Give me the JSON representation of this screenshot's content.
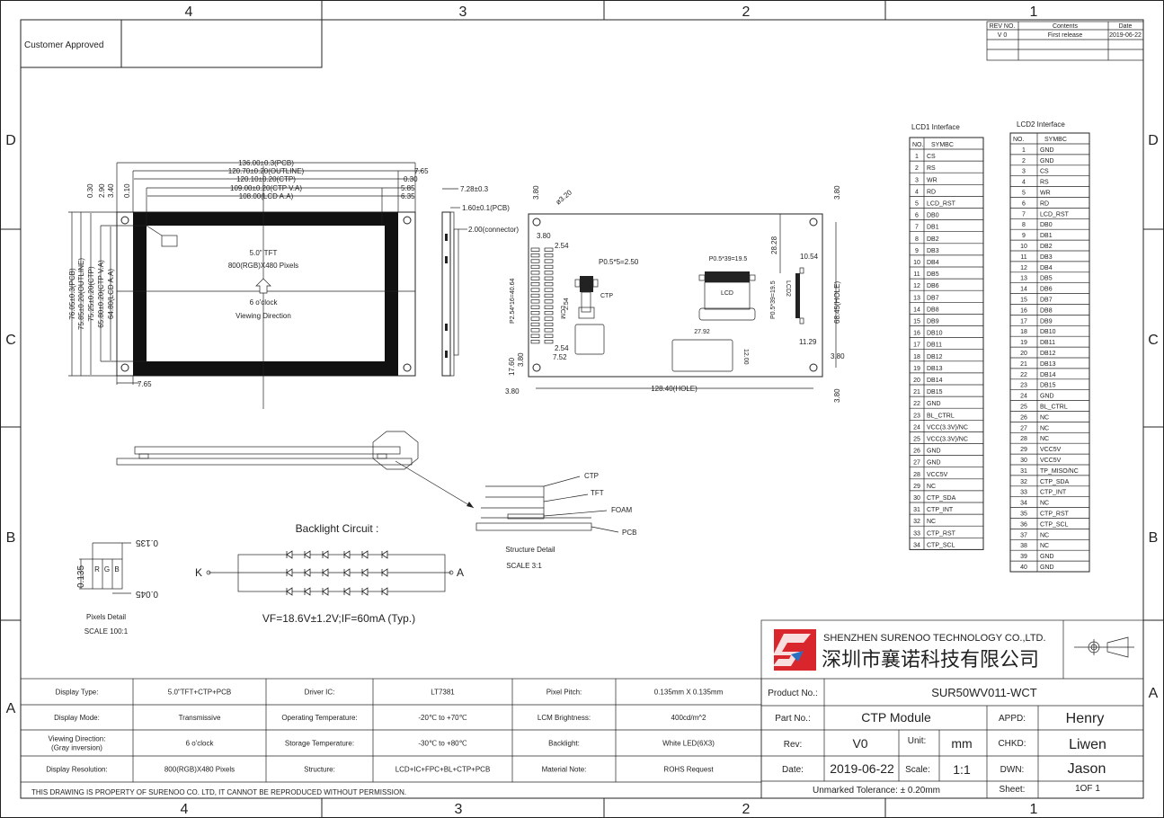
{
  "border": {
    "columns": [
      "4",
      "3",
      "2",
      "1"
    ],
    "rows": [
      "D",
      "C",
      "B",
      "A"
    ]
  },
  "customer_approved": "Customer Approved",
  "revision": {
    "headers": [
      "REV NO.",
      "Contents",
      "Date"
    ],
    "rows": [
      [
        "V 0",
        "First release",
        "2019-06-22"
      ]
    ]
  },
  "front_view": {
    "dims_top": [
      "136.00±0.3(PCB)",
      "120.70±0.20(OUTLINE)",
      "120.10±0.20(CTP)",
      "109.00±0.20(CTP V.A)",
      "108.00(LCD A.A)"
    ],
    "dims_right": [
      "7.65",
      "0.30",
      "5.85",
      "6.35"
    ],
    "dims_left": [
      "76.05±0.3(PCB)",
      "75.85±0.20(OUTLINE)",
      "75.25±0.20(CTP)",
      "65.80±0.20(CTP V.A)",
      "64.80(LCD A.A)"
    ],
    "dims_corner": [
      "0.30",
      "2.90",
      "3.40",
      "0.10"
    ],
    "dim_bottom": "7.65",
    "label_size": "5.0\" TFT",
    "label_pixels": "800(RGB)X480 Pixels",
    "label_clock": "6 o'clock",
    "label_view": "Viewing Direction"
  },
  "side_view": {
    "dims": [
      "7.28±0.3",
      "1.60±0.1(PCB)",
      "2.00(connector)"
    ]
  },
  "back_view": {
    "dims": [
      "3.80",
      "ø3.20",
      "3.80",
      "2.54",
      "P0.5*5=2.50",
      "P2.54*16=40.64",
      "LCM",
      "2.54",
      "CTP",
      "17.60",
      "3.80",
      "2.54",
      "7.52",
      "3.80",
      "128.40(HOLE)",
      "P0.5*39=19.5",
      "LCD",
      "27.92",
      "12.00",
      "28.28",
      "10.54",
      "P0.5*39=19.5",
      "LCD2",
      "11.29",
      "68.45(HOLE)",
      "3.80",
      "3.80",
      "3.80"
    ]
  },
  "structure_detail": {
    "layers": [
      "CTP",
      "TFT",
      "FOAM",
      "PCB"
    ],
    "title": "Structure  Detail",
    "scale": "SCALE 3:1"
  },
  "pixels_detail": {
    "r": "R",
    "g": "G",
    "b": "B",
    "dim_w": "0.135",
    "dim_h": "0.135",
    "dim_sub": "0.045",
    "title": "Pixels Detail",
    "scale": "SCALE 100:1",
    "colors": {
      "r": "#d22",
      "g": "#2a2",
      "b": "#22c"
    }
  },
  "backlight": {
    "title": "Backlight Circuit :",
    "k": "K",
    "a": "A",
    "formula": "VF=18.6V±1.2V;IF=60mA (Typ.)",
    "rows": 3,
    "leds_per_row": 6
  },
  "lcd1": {
    "title": "LCD1 Interface",
    "headers": [
      "NO.",
      "SYMBC"
    ],
    "pins": [
      "CS",
      "RS",
      "WR",
      "RD",
      "LCD_RST",
      "DB0",
      "DB1",
      "DB2",
      "DB3",
      "DB4",
      "DB5",
      "DB6",
      "DB7",
      "DB8",
      "DB9",
      "DB10",
      "DB11",
      "DB12",
      "DB13",
      "DB14",
      "DB15",
      "GND",
      "BL_CTRL",
      "VCC(3.3V)/NC",
      "VCC(3.3V)/NC",
      "GND",
      "GND",
      "VCC5V",
      "NC",
      "CTP_SDA",
      "CTP_INT",
      "NC",
      "CTP_RST",
      "CTP_SCL"
    ]
  },
  "lcd2": {
    "title": "LCD2 Interface",
    "headers": [
      "NO.",
      "SYMBC"
    ],
    "pins": [
      "GND",
      "GND",
      "CS",
      "RS",
      "WR",
      "RD",
      "LCD_RST",
      "DB0",
      "DB1",
      "DB2",
      "DB3",
      "DB4",
      "DB5",
      "DB6",
      "DB7",
      "DB8",
      "DB9",
      "DB10",
      "DB11",
      "DB12",
      "DB13",
      "DB14",
      "DB15",
      "GND",
      "BL_CTRL",
      "NC",
      "NC",
      "NC",
      "VCC5V",
      "VCC5V",
      "TP_MISO/NC",
      "CTP_SDA",
      "CTP_INT",
      "NC",
      "CTP_RST",
      "CTP_SCL",
      "NC",
      "NC",
      "GND",
      "GND"
    ]
  },
  "specs": [
    [
      "Display Type:",
      "5.0\"TFT+CTP+PCB",
      "Driver IC:",
      "LT7381",
      "Pixel Pitch:",
      "0.135mm X 0.135mm"
    ],
    [
      "Display Mode:",
      "Transmissive",
      "Operating Temperature:",
      "-20℃ to +70℃",
      "LCM Brightness:",
      "400cd/m^2"
    ],
    [
      "Viewing Direction:\n(Gray inversion)",
      "6 o'clock",
      "Storage Temperature:",
      "-30℃ to +80℃",
      "Backlight:",
      "White LED(6X3)"
    ],
    [
      "Display Resolution:",
      "800(RGB)X480 Pixels",
      "Structure:",
      "LCD+IC+FPC+BL+CTP+PCB",
      "Material Note:",
      "ROHS Request"
    ]
  ],
  "copyright": "THIS DRAWING IS PROPERTY OF SURENOO CO. LTD, IT CANNOT BE REPRODUCED WITHOUT PERMISSION.",
  "title_block": {
    "company_en": "SHENZHEN SURENOO TECHNOLOGY CO.,LTD.",
    "company_cn": "深圳市襄诺科技有限公司",
    "product_label": "Product No.:",
    "product": "SUR50WV011-WCT",
    "part_label": "Part No.:",
    "part": "CTP Module",
    "appd_label": "APPD:",
    "appd": "Henry",
    "rev_label": "Rev:",
    "rev": "V0",
    "unit_label": "Unit:",
    "unit": "mm",
    "chkd_label": "CHKD:",
    "chkd": "Liwen",
    "date_label": "Date:",
    "date": "2019-06-22",
    "scale_label": "Scale:",
    "scale": "1:1",
    "dwn_label": "DWN:",
    "dwn": "Jason",
    "tolerance": "Unmarked Tolerance:  ± 0.20mm",
    "sheet_label": "Sheet:",
    "sheet": "1OF 1",
    "logo_colors": [
      "#d8262c",
      "#2a6fc0"
    ]
  }
}
